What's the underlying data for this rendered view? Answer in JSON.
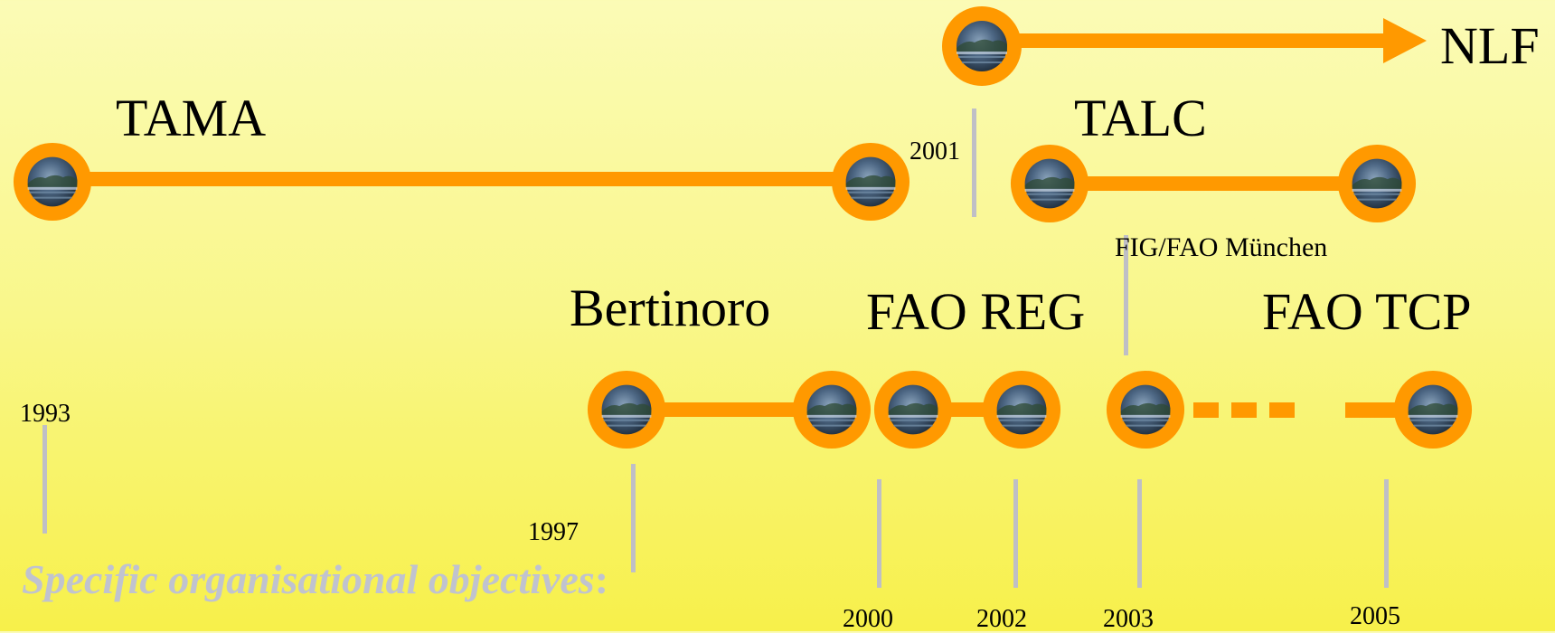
{
  "labels": {
    "tama": "TAMA",
    "talc": "TALC",
    "nlf": "NLF",
    "bertinoro": "Bertinoro",
    "fao_reg": "FAO REG",
    "fao_tcp": "FAO TCP",
    "fig_fao": "FIG/FAO München"
  },
  "years": {
    "y1993": "1993",
    "y1997": "1997",
    "y2000": "2000",
    "y2001": "2001",
    "y2002": "2002",
    "y2003": "2003",
    "y2005": "2005"
  },
  "subtitle": {
    "text": "Specific organisational objectives",
    "colon": ":"
  },
  "colors": {
    "line": "#ff9900",
    "tick": "#bfbfc6",
    "subtitle": "#c0c3cf"
  },
  "icons": {
    "node": "lake-photo-node-icon"
  }
}
